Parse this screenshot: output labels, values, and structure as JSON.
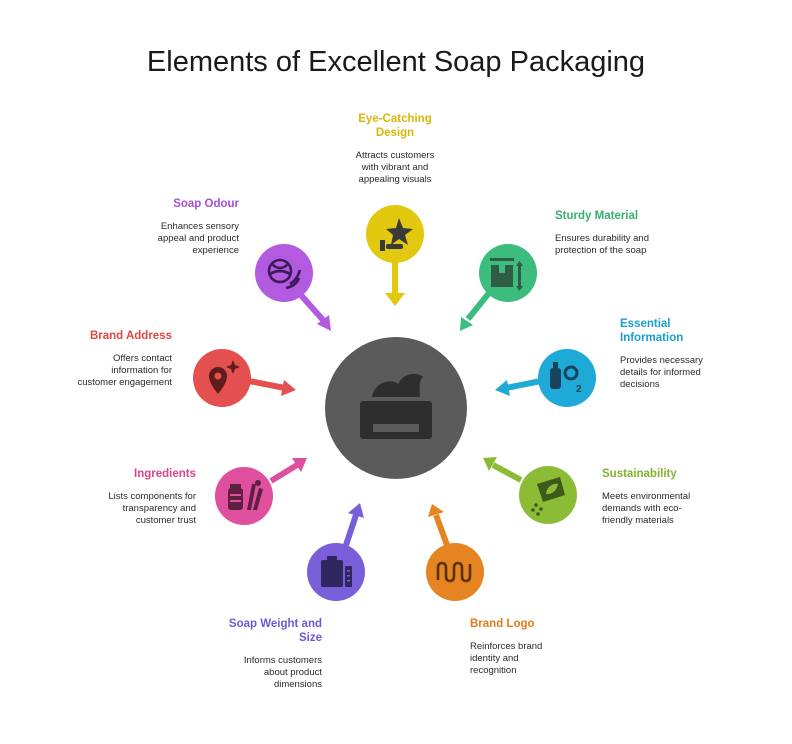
{
  "title": "Elements of Excellent Soap Packaging",
  "center": {
    "icon": "soap-jar-icon",
    "color": "#5b5b5b"
  },
  "elements": [
    {
      "key": "eye",
      "title_lines": [
        "Eye-Catching",
        "Design"
      ],
      "desc_lines": [
        "Attracts customers",
        "with vibrant and",
        "appealing visuals"
      ],
      "color": "#e2c90f",
      "icon": "star-hand-icon"
    },
    {
      "key": "sturdy",
      "title_lines": [
        "Sturdy Material"
      ],
      "desc_lines": [
        "Ensures durability and",
        "protection of the soap"
      ],
      "color": "#3dbd7d",
      "icon": "box-dimensions-icon"
    },
    {
      "key": "info",
      "title_lines": [
        "Essential",
        "Information"
      ],
      "desc_lines": [
        "Provides necessary",
        "details for informed",
        "decisions"
      ],
      "color": "#1fa9d6",
      "icon": "oxygen-bottle-icon"
    },
    {
      "key": "sustain",
      "title_lines": [
        "Sustainability"
      ],
      "desc_lines": [
        "Meets environmental",
        "demands with eco-",
        "friendly materials"
      ],
      "color": "#8cbc35",
      "icon": "leaf-pack-icon"
    },
    {
      "key": "logo",
      "title_lines": [
        "Brand Logo"
      ],
      "desc_lines": [
        "Reinforces brand",
        "identity and",
        "recognition"
      ],
      "color": "#e58420",
      "icon": "wave-logo-icon"
    },
    {
      "key": "weight",
      "title_lines": [
        "Soap Weight and",
        "Size"
      ],
      "desc_lines": [
        "Informs customers",
        "about product",
        "dimensions"
      ],
      "color": "#7a5ed9",
      "icon": "clipboard-scale-icon"
    },
    {
      "key": "ingredients",
      "title_lines": [
        "Ingredients"
      ],
      "desc_lines": [
        "Lists components for",
        "transparency and",
        "customer trust"
      ],
      "color": "#de4f9e",
      "icon": "jar-herbs-icon"
    },
    {
      "key": "address",
      "title_lines": [
        "Brand Address"
      ],
      "desc_lines": [
        "Offers contact",
        "information for",
        "customer engagement"
      ],
      "color": "#e45050",
      "icon": "location-pin-icon"
    },
    {
      "key": "odour",
      "title_lines": [
        "Soap Odour"
      ],
      "desc_lines": [
        "Enhances sensory",
        "appeal and product",
        "experience"
      ],
      "color": "#b25ae0",
      "icon": "scent-ball-icon"
    }
  ]
}
